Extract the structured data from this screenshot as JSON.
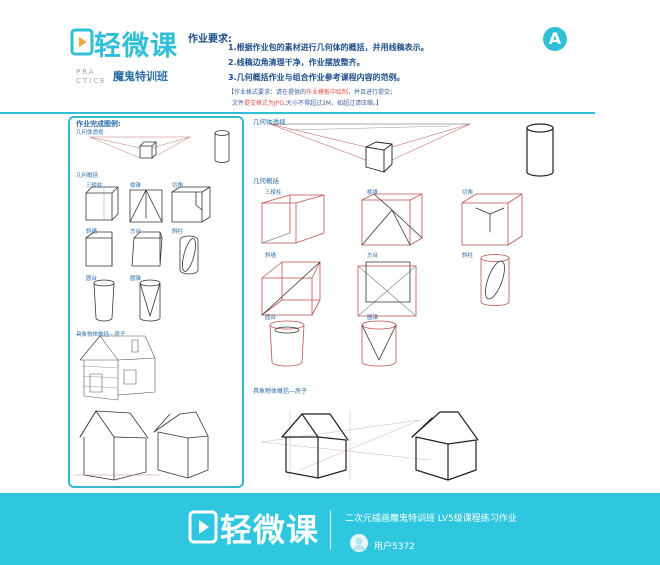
{
  "header": {
    "brand": "轻微课",
    "practice_line1": "PRA",
    "practice_line2": "CTICE",
    "camp_name": "魔鬼特训班",
    "badge": "A"
  },
  "requirements": {
    "title": "作业要求:",
    "items": [
      "1.根据作业包的素材进行几何体的概括，并用线稿表示。",
      "2.线稿边角清理干净，作业摆放整齐。",
      "3.几何概括作业与组合作业参考课程内容的范例。"
    ],
    "format_line1_a": "【作业格式要求：请在提供的",
    "format_line1_red": "作业模板中绘制",
    "format_line1_b": "，并且进行提交；",
    "format_line2_a": "文件",
    "format_line2_red": "提交格式为JPG",
    "format_line2_b": ",大小不得超过2M，如超过请压缩。】"
  },
  "sample_panel": {
    "title": "作业完成图例:",
    "sec_perspective": "几何体透视",
    "sec_geometry": "几何概括",
    "shapes": [
      "三棱柱",
      "棱锥",
      "切角",
      "斜墙",
      "方台",
      "斜柱",
      "圆台",
      "圆锥"
    ],
    "sec_house": "具象物体概括—房子"
  },
  "work_area": {
    "sec_perspective": "几何体透视",
    "sec_geometry": "几何概括",
    "shapes": [
      "三棱柱",
      "棱锥",
      "切角",
      "斜墙",
      "方台",
      "斜柱",
      "圆台",
      "圆锥"
    ],
    "sec_house": "具象物体概括—房子"
  },
  "footer": {
    "brand": "轻微课",
    "title": "二次元插画魔鬼特训班 LV5级课程练习作业",
    "user": "用户5372"
  },
  "colors": {
    "accent": "#2fbfd6",
    "navy": "#1e4e8c",
    "red_line": "#c0504d"
  }
}
